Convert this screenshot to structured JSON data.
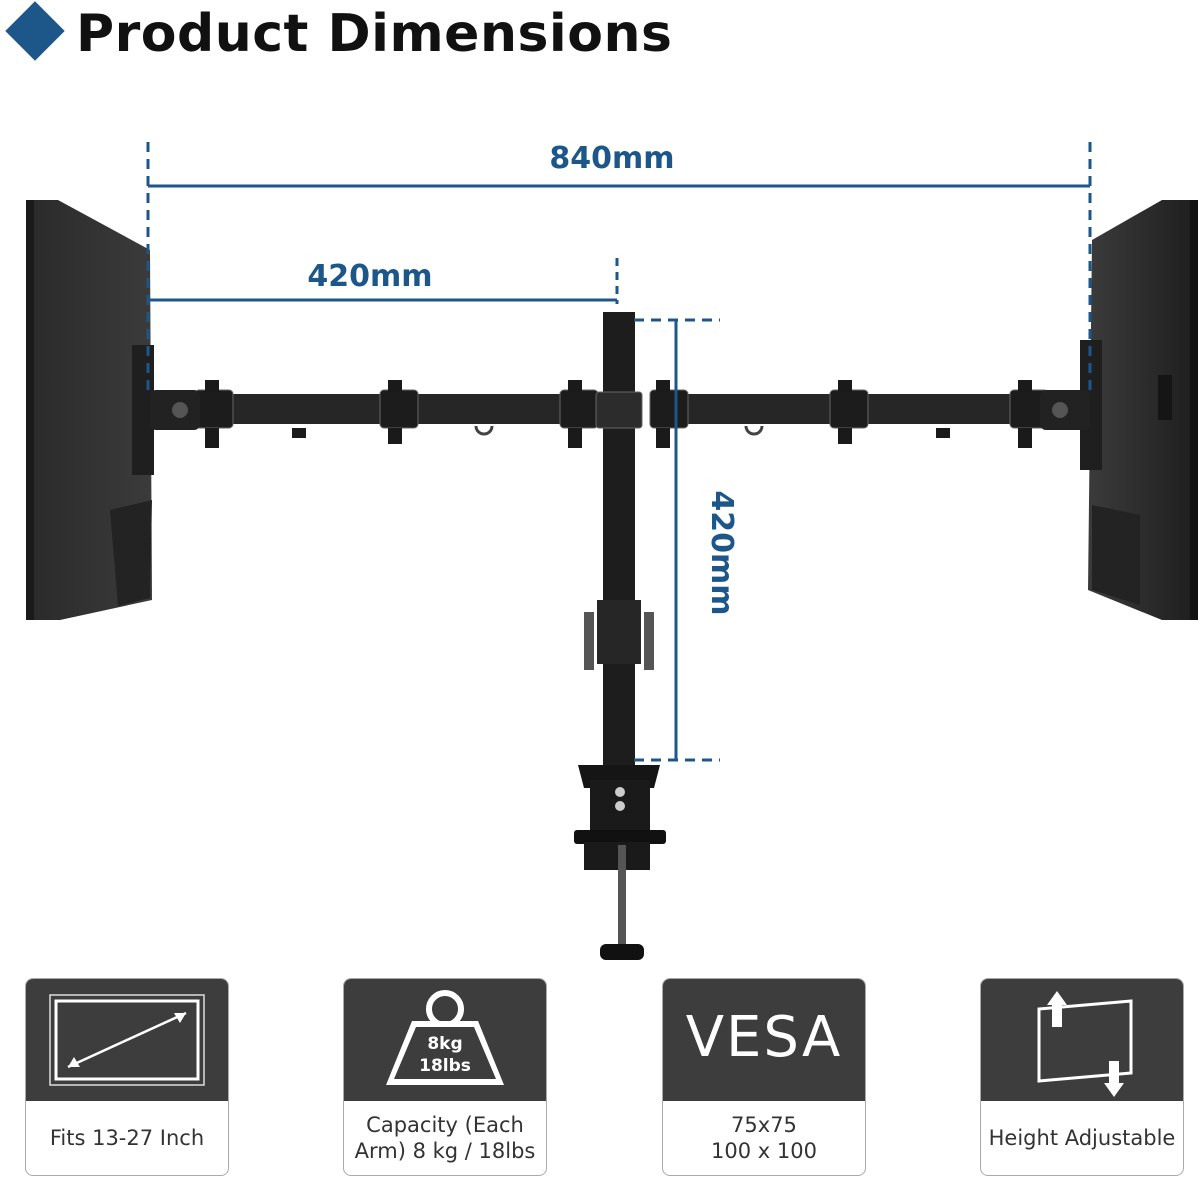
{
  "header": {
    "title": "Product Dimensions"
  },
  "dimensions": {
    "total_width": "840mm",
    "arm_length": "420mm",
    "pole_height": "420mm"
  },
  "weight_badge": {
    "line1": "8kg",
    "line2": "18lbs"
  },
  "vesa_badge": "VESA",
  "features": [
    {
      "line1": "Fits 13-27 Inch",
      "line2": ""
    },
    {
      "line1": "Capacity (Each",
      "line2": "Arm) 8 kg / 18lbs"
    },
    {
      "line1": "75x75",
      "line2": "100 x 100"
    },
    {
      "line1": "Height Adjustable",
      "line2": ""
    }
  ],
  "colors": {
    "accent": "#1d5689",
    "dark_panel": "#3d3d3d",
    "hardware": "#1a1a1a"
  }
}
